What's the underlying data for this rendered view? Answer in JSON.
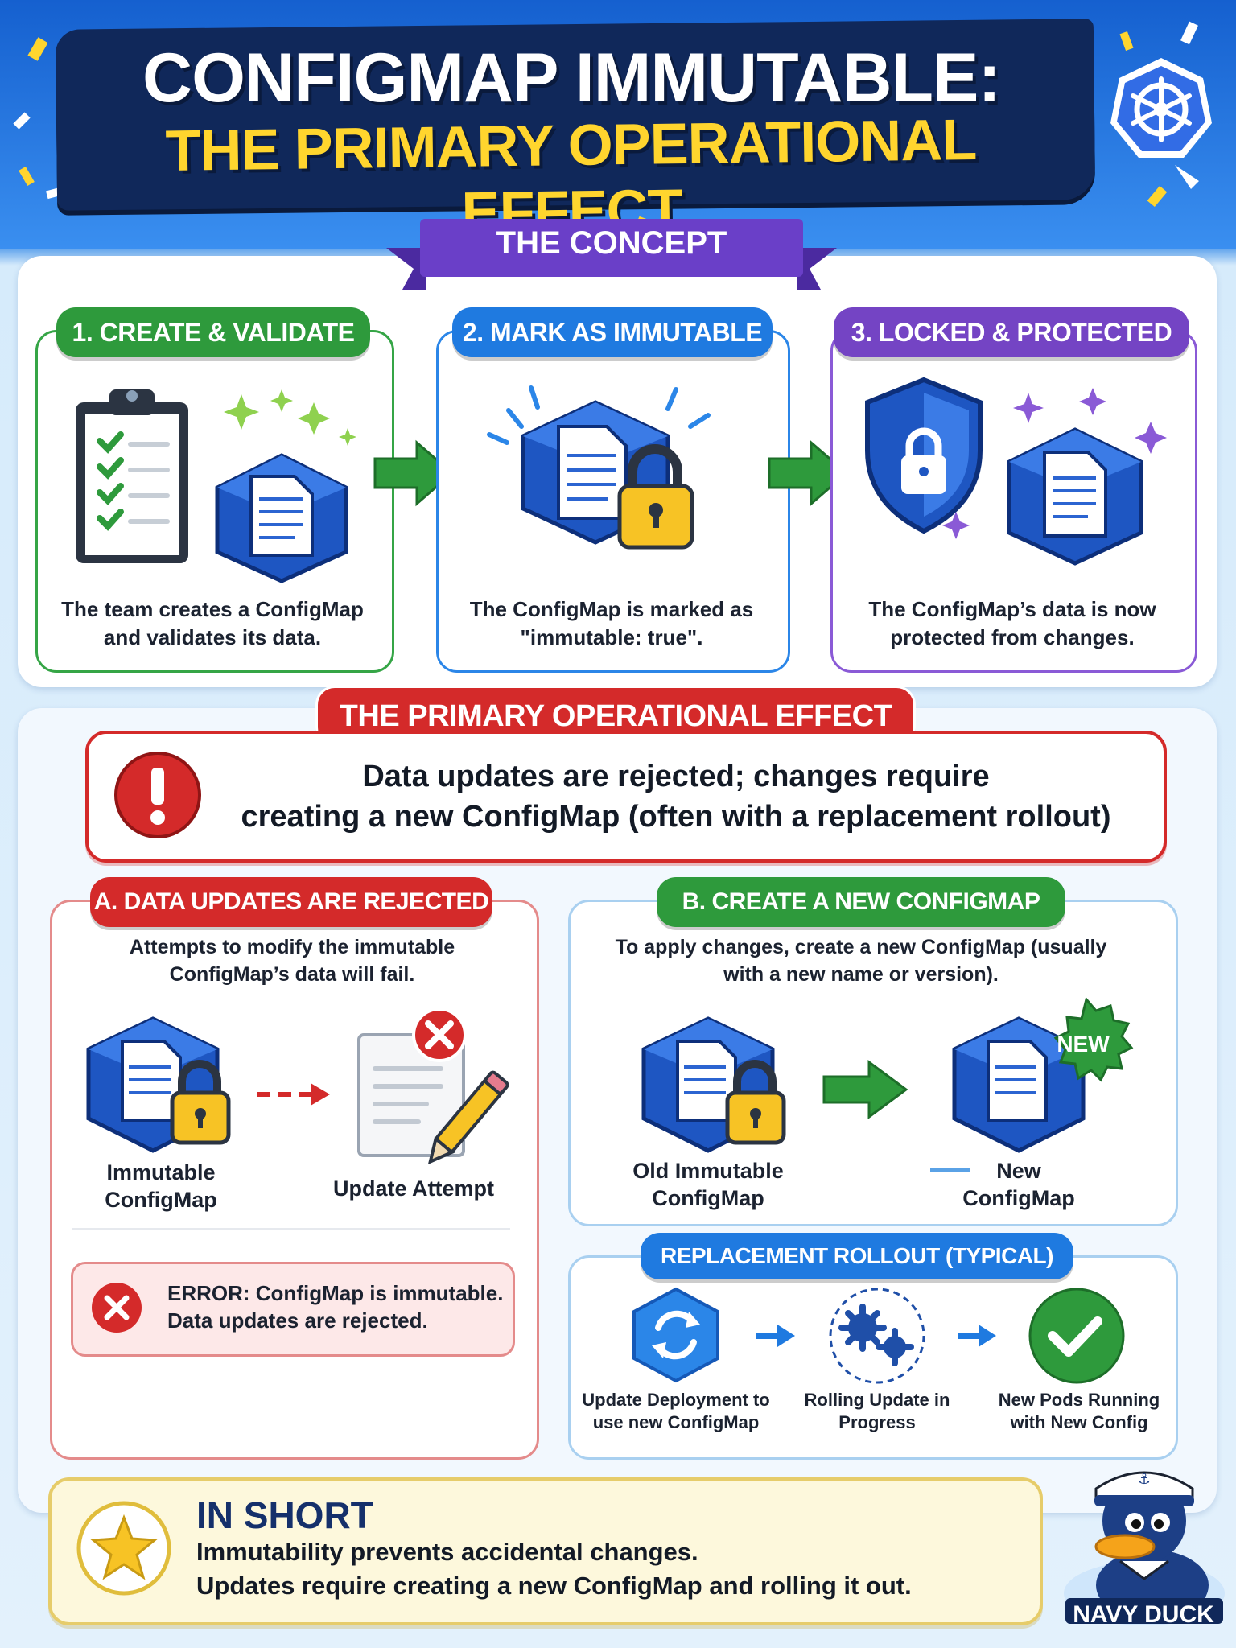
{
  "header": {
    "title_line1": "CONFIGMAP IMMUTABLE:",
    "title_line2": "THE PRIMARY OPERATIONAL EFFECT"
  },
  "concept": {
    "title": "THE CONCEPT",
    "steps": [
      {
        "label": "1. CREATE & VALIDATE",
        "caption": "The team creates a ConfigMap and validates its data.",
        "color": "#2e9a3c"
      },
      {
        "label": "2. MARK AS IMMUTABLE",
        "caption": "The ConfigMap is marked as \"immutable: true\".",
        "color": "#1f7ae0"
      },
      {
        "label": "3. LOCKED & PROTECTED",
        "caption": "The ConfigMap’s data is now protected from changes.",
        "color": "#7444c4"
      }
    ]
  },
  "effect": {
    "title": "THE PRIMARY OPERATIONAL EFFECT",
    "message_line1": "Data updates are rejected; changes require",
    "message_line2": "creating a new ConfigMap (often with a replacement rollout)"
  },
  "section_a": {
    "label": "A. DATA UPDATES ARE REJECTED",
    "desc": "Attempts to modify the immutable ConfigMap’s data will fail.",
    "item_left": "Immutable ConfigMap",
    "item_right": "Update Attempt",
    "error_line1": "ERROR: ConfigMap is immutable.",
    "error_line2": "Data updates are rejected."
  },
  "section_b": {
    "label": "B. CREATE A NEW CONFIGMAP",
    "desc": "To apply changes, create a new ConfigMap (usually with a new name or version).",
    "item_left": "Old Immutable ConfigMap",
    "item_right": "New ConfigMap",
    "badge": "NEW"
  },
  "rollout": {
    "label": "REPLACEMENT ROLLOUT (TYPICAL)",
    "steps": [
      "Update Deployment to use new ConfigMap",
      "Rolling Update in Progress",
      "New Pods Running with New Config"
    ]
  },
  "summary": {
    "title": "IN SHORT",
    "line1": "Immutability prevents accidental changes.",
    "line2": "Updates require creating a new ConfigMap and rolling it out."
  },
  "mascot": {
    "name": "NAVY DUCK"
  },
  "colors": {
    "green": "#2e9a3c",
    "blue": "#1f7ae0",
    "purple": "#7444c4",
    "red": "#d42a2a",
    "navy": "#10285a",
    "yellow": "#ffd52e"
  }
}
